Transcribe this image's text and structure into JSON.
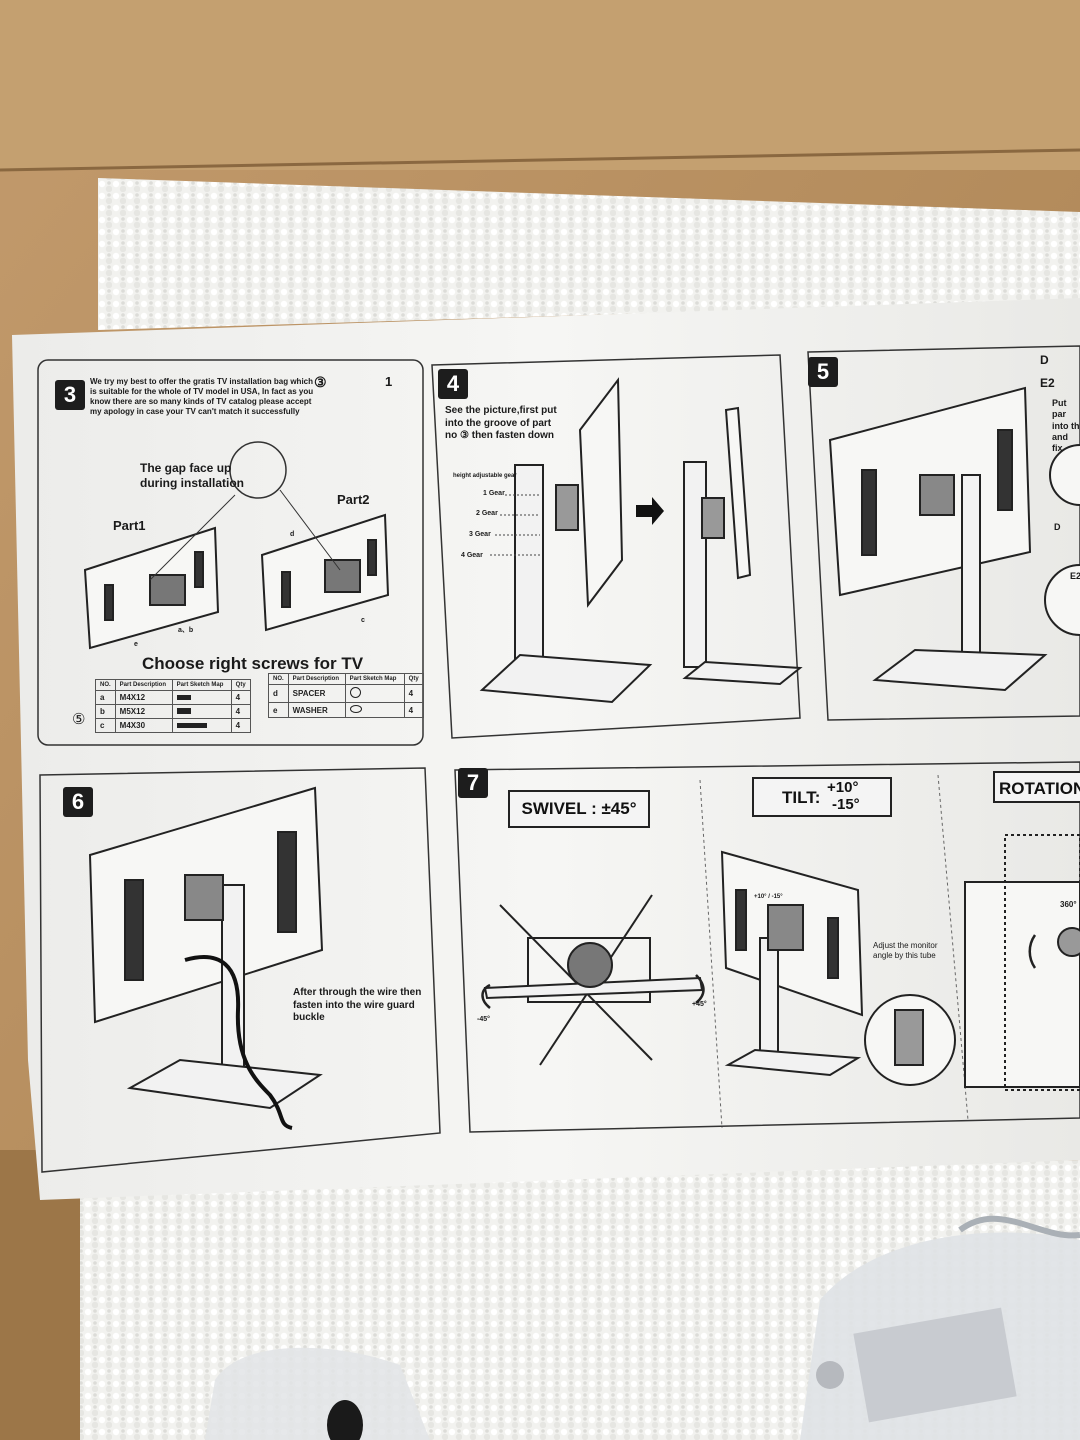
{
  "step3": {
    "number": "3",
    "intro": "We try my best to offer the gratis TV installation bag which is suitable for the whole of TV model in USA, In fact as you know there are so many kinds of TV catalog please accept my apology in case your TV can't match it successfully",
    "part_ref": "③",
    "qty": "1",
    "gap_note": "The gap face up during installation",
    "part1": "Part1",
    "part2": "Part2",
    "label_d": "d",
    "label_ab": "a、b",
    "label_e": "e",
    "label_c": "c",
    "screws_title": "Choose right screws for TV",
    "table_ref": "⑤",
    "table_headers": [
      "NO.",
      "Part Description",
      "Part Sketch Map",
      "Qty"
    ],
    "left_rows": [
      {
        "no": "a",
        "desc": "M4X12",
        "qty": "4"
      },
      {
        "no": "b",
        "desc": "M5X12",
        "qty": "4"
      },
      {
        "no": "c",
        "desc": "M4X30",
        "qty": "4"
      }
    ],
    "right_rows": [
      {
        "no": "d",
        "desc": "SPACER",
        "qty": "4"
      },
      {
        "no": "e",
        "desc": "WASHER",
        "qty": "4"
      }
    ]
  },
  "step4": {
    "number": "4",
    "instruction": "See the picture,first put into the groove of part no ③ then fasten down",
    "gear_title": "height adjustable gear",
    "gears": [
      "1 Gear",
      "2 Gear",
      "3 Gear",
      "4 Gear"
    ]
  },
  "step5": {
    "number": "5",
    "label_d": "D",
    "label_e2": "E2",
    "instruction": "Put par into th and fix",
    "callout_d": "D",
    "callout_e": "E2"
  },
  "step6": {
    "number": "6",
    "instruction": "After through the wire then fasten into the wire guard buckle"
  },
  "step7": {
    "number": "7",
    "swivel": "SWIVEL : ±45°",
    "swivel_left": "-45°",
    "swivel_right": "+45°",
    "tilt_label": "TILT:",
    "tilt_up": "+10°",
    "tilt_down": "-15°",
    "tilt_small": "+10° / -15°",
    "tilt_note": "Adjust the monitor angle by this tube",
    "rotation": "ROTATION",
    "rotation_deg": "360°"
  },
  "colors": {
    "cardboard": "#b48a5c",
    "foam": "#f1f1ee",
    "paper": "#f3f3f1",
    "ink": "#1d1d1d"
  }
}
